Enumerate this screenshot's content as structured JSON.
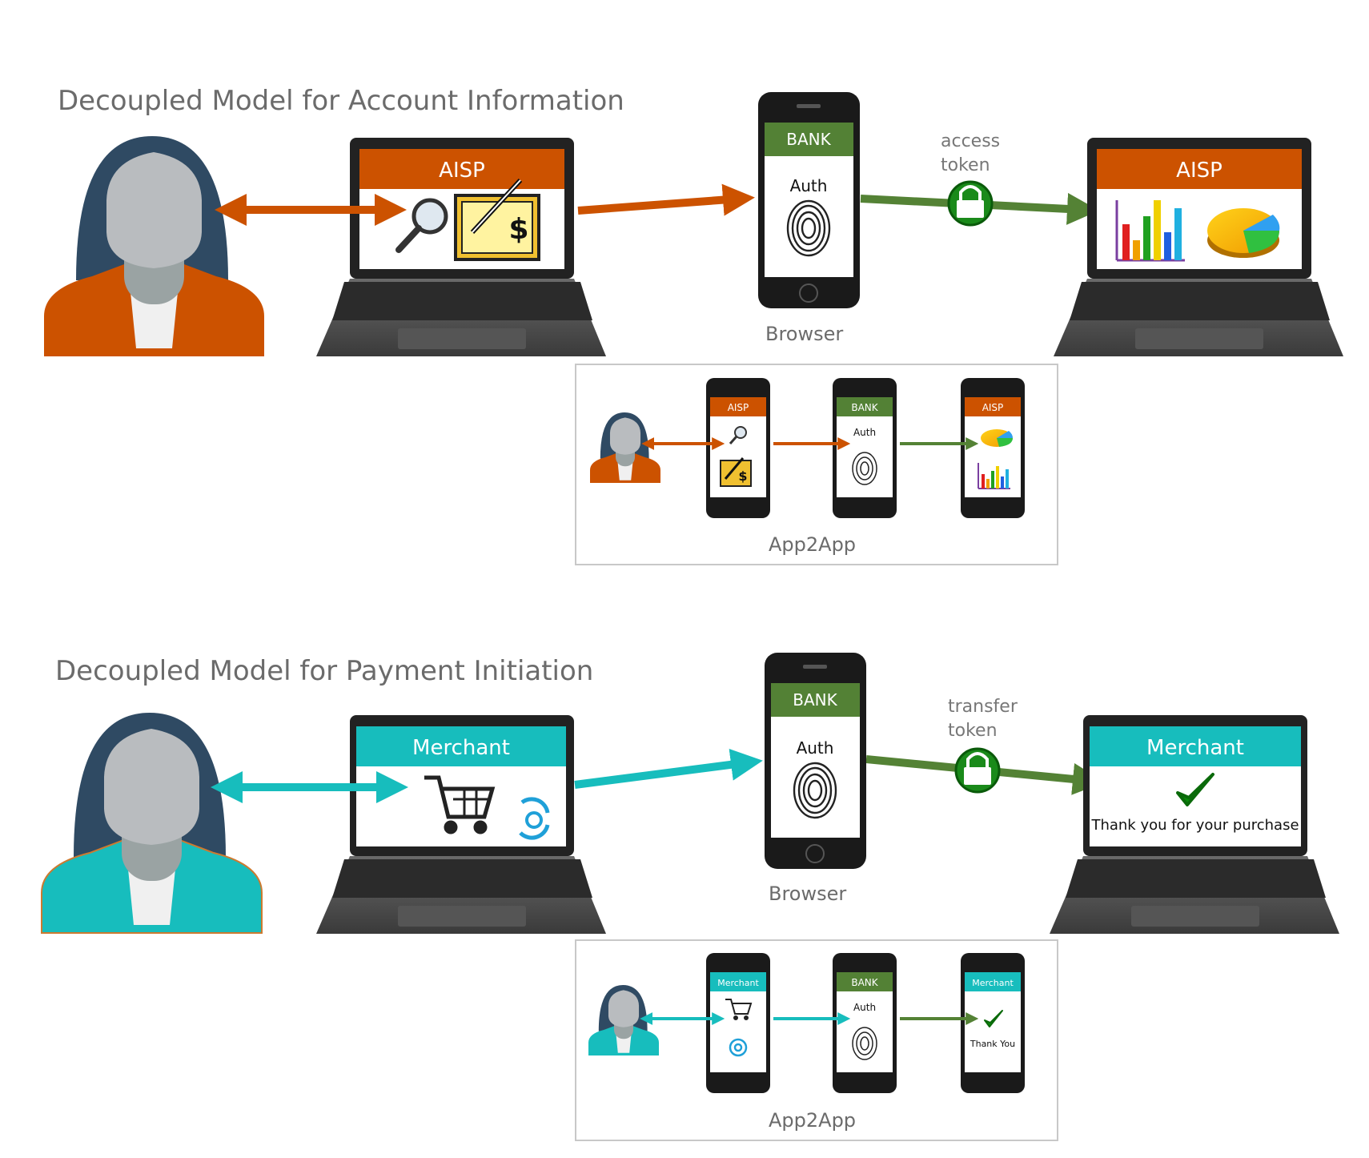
{
  "colors": {
    "aisp": "#cc5200",
    "merchant": "#17bdbd",
    "bank": "#538135",
    "arrow_green": "#548235",
    "hair": "#2f4a63",
    "skin": "#b8b8b8",
    "caption_gray": "#6b6b6b"
  },
  "section_account": {
    "title": "Decoupled Model for Account Information",
    "laptop_left_header": "AISP",
    "phone_header": "BANK",
    "phone_auth": "Auth",
    "phone_caption": "Browser",
    "token_line1": "access",
    "token_line2": "token",
    "laptop_right_header": "AISP",
    "app2app": {
      "phone1_header": "AISP",
      "phone2_header": "BANK",
      "phone2_auth": "Auth",
      "phone3_header": "AISP",
      "caption": "App2App"
    },
    "icons": [
      "person-icon",
      "magnifier-icon",
      "check-icon",
      "fingerprint-icon",
      "lock-icon",
      "bar-chart-icon",
      "pie-chart-icon"
    ]
  },
  "section_payment": {
    "title": "Decoupled Model for Payment Initiation",
    "laptop_left_header": "Merchant",
    "phone_header": "BANK",
    "phone_auth": "Auth",
    "phone_caption": "Browser",
    "token_line1": "transfer",
    "token_line2": "token",
    "laptop_right_header": "Merchant",
    "laptop_right_message": "Thank you for your purchase",
    "app2app": {
      "phone1_header": "Merchant",
      "phone2_header": "BANK",
      "phone2_auth": "Auth",
      "phone3_header": "Merchant",
      "phone3_message": "Thank You",
      "caption": "App2App"
    },
    "icons": [
      "person-icon",
      "cart-icon",
      "spinner-icon",
      "fingerprint-icon",
      "lock-icon",
      "checkmark-icon"
    ]
  }
}
